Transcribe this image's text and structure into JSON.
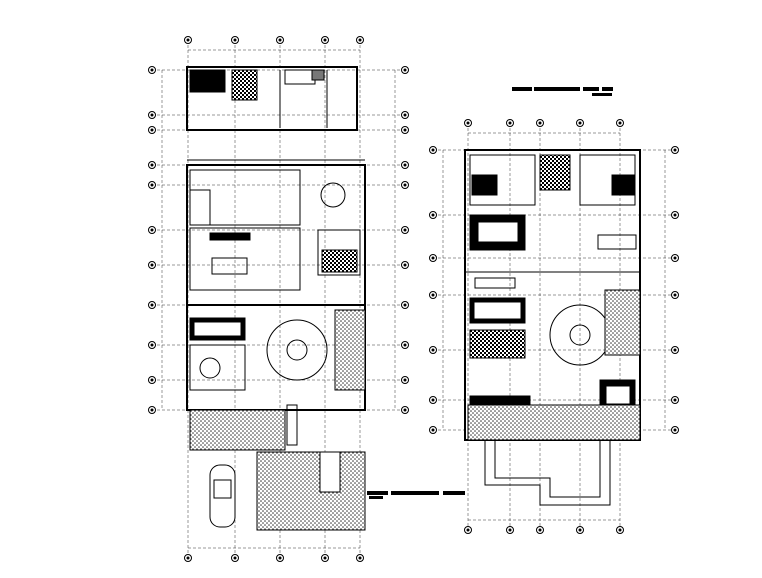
{
  "drawing": {
    "type": "architectural floor plans",
    "plans": [
      "ground-floor-plan",
      "first-floor-plan"
    ],
    "colors": {
      "line": "#000000",
      "background": "#ffffff",
      "hatch": "#555555"
    }
  }
}
